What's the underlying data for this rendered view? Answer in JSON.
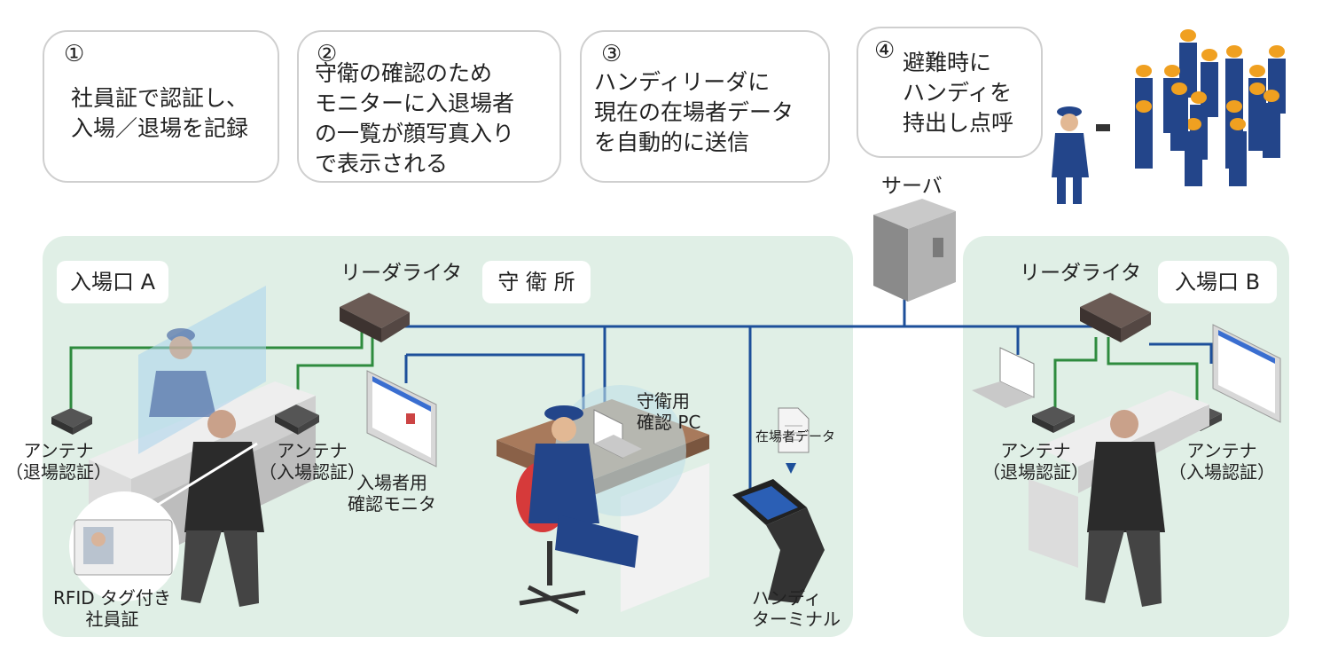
{
  "steps": [
    {
      "num": "①",
      "text": "社員証で認証し、\n入場／退場を記録"
    },
    {
      "num": "②",
      "text": "守衛の確認のため\nモニターに入退場者\nの一覧が顔写真入り\nで表示される"
    },
    {
      "num": "③",
      "text": "ハンディリーダに\n現在の在場者データ\nを自動的に送信"
    },
    {
      "num": "④",
      "text": "避難時に\nハンディを\n持出し点呼"
    }
  ],
  "server": {
    "label": "サーバ"
  },
  "zones": {
    "gate_a": "入場口 A",
    "guard_room": "守 衛 所",
    "gate_b": "入場口 B"
  },
  "labels": {
    "reader_writer_a": "リーダライタ",
    "reader_writer_b": "リーダライタ",
    "antenna_exit_a": "アンテナ\n（退場認証）",
    "antenna_entry_a": "アンテナ\n（入場認証）",
    "antenna_exit_b": "アンテナ\n（退場認証）",
    "antenna_entry_b": "アンテナ\n（入場認証）",
    "entrant_monitor": "入場者用\n確認モニタ",
    "guard_pc": "守衛用\n確認 PC",
    "present_data": "在場者データ",
    "handy_terminal": "ハンディ\nターミナル",
    "rfid_card": "RFID タグ付き\n社員証"
  },
  "colors": {
    "zone_bg": "#e0efe6",
    "network_blue": "#1d4f9a",
    "antenna_green": "#2e8b3e",
    "uniform_blue": "#23458a",
    "helmet_orange": "#f0a020",
    "desk_brown": "#9b6a4a",
    "chair_red": "#d63a3a"
  }
}
